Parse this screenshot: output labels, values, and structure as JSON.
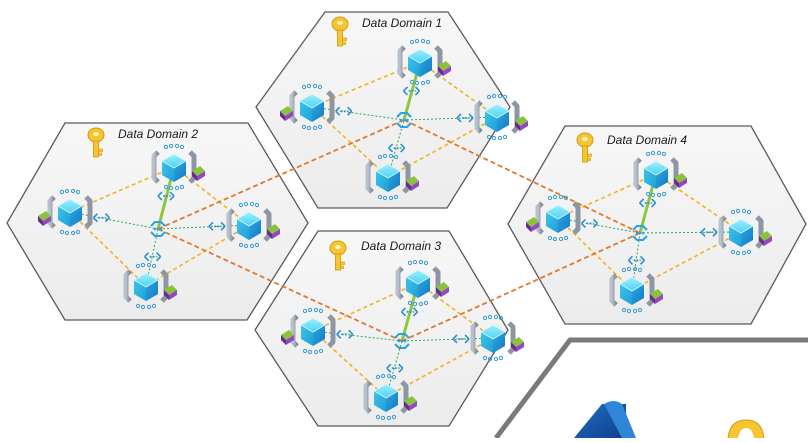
{
  "diagram": {
    "domains": [
      {
        "id": "d1",
        "label": "Data Domain 1"
      },
      {
        "id": "d2",
        "label": "Data Domain 2"
      },
      {
        "id": "d3",
        "label": "Data Domain 3"
      },
      {
        "id": "d4",
        "label": "Data Domain 4"
      }
    ],
    "colors": {
      "hex_fill": "#f3f3f3",
      "hex_stroke": "#5a5a5a",
      "intra_link": "#f2b21e",
      "cross_link": "#e0792c",
      "hub_link": "#2fa84f",
      "hub_green": "#8dc63f",
      "cube": "#3fc6e9",
      "cube_dark": "#1a8fd0",
      "frame": "#9aa5b1",
      "purple": "#7a35a8",
      "key": "#f6c531",
      "azure_blue": "#1b63b4",
      "corner_frame": "#7a7a7a"
    },
    "icons": {
      "node": "service-node-icon",
      "hub": "network-hub-icon",
      "connector": "connector-arrow-icon",
      "key": "key-icon",
      "azure": "azure-logo-icon"
    }
  }
}
